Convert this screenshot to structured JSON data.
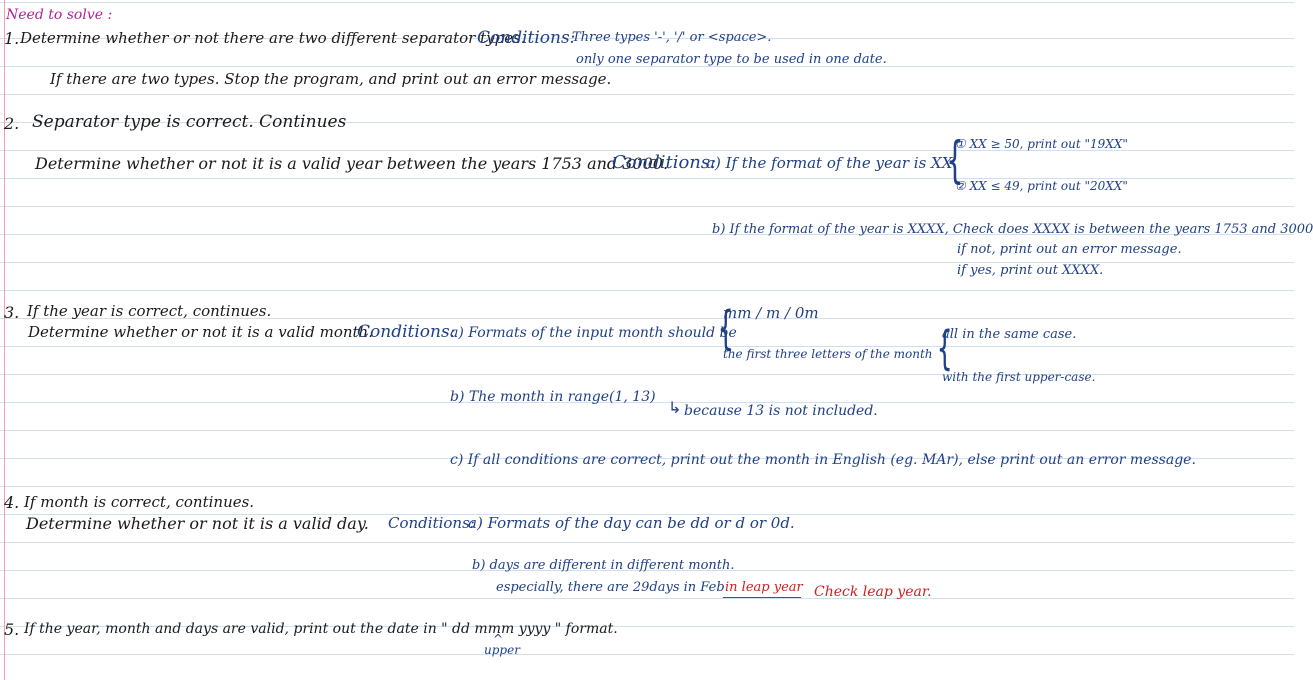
{
  "title": "Need to solve :",
  "items": [
    {
      "number": "1.",
      "heading": "Determine whether or not there are two different separator types.",
      "conditions_label": "Conditions:",
      "condition_1": "Three types '-', '/' or <space>.",
      "condition_2": "only one separator type to be used in one date.",
      "note": "If there are two types. Stop the program, and print out an error message."
    },
    {
      "number": "2.",
      "heading": "Separator type is correct. Continues",
      "task": "Determine whether or not it is a valid year between the years 1753 and 3000.",
      "conditions_label": "Conditions:",
      "cond_a": "a) If the format of the year is XX",
      "cond_a_1": "① XX ≥ 50,  print out \"19XX\"",
      "cond_a_2": "② XX ≤ 49,  print out \"20XX\"",
      "cond_b": "b) If the format of the year is XXXX, Check does XXXX is between the years 1753 and 3000",
      "cond_b_no": "if not, print out an error message.",
      "cond_b_yes": "if yes, print out XXXX."
    },
    {
      "number": "3.",
      "heading": "If the year is correct, continues.",
      "task": "Determine whether or not it is a valid month.",
      "conditions_label": "Conditions:",
      "cond_a": "a) Formats of the input month should be",
      "format_1": "mm / m / 0m",
      "format_2": "the first three letters of the month",
      "case_1": "all in the same case.",
      "case_2": "with the first upper-case.",
      "cond_b": "b) The month in range(1, 13)",
      "cond_b_note": "because 13 is not included.",
      "cond_c": "c) If all conditions are correct, print out the month in English (eg. MAr), else print out an error message."
    },
    {
      "number": "4.",
      "heading": "If month is correct, continues.",
      "task": "Determine whether or not it is a valid day.",
      "conditions_label": "Conditions:",
      "cond_a": "a) Formats of the day can be dd or d or 0d.",
      "cond_b": "b) days are different in different month.",
      "cond_b_note": "especially, there are 29days in Feb",
      "leap_phrase": "in leap year",
      "leap_check": "Check leap year."
    },
    {
      "number": "5.",
      "text": "If the year, month and days are valid, print out the date in \" dd mmm yyyy \" format.",
      "upper_note": "upper"
    }
  ],
  "colors": {
    "black_ink": "#1a1a1a",
    "blue_ink": "#1f3f86",
    "magenta_ink": "#b0229c",
    "red_ink": "#cc1f1f",
    "rule_line": "#cfe0ee",
    "margin_line": "#f2a0b0"
  }
}
